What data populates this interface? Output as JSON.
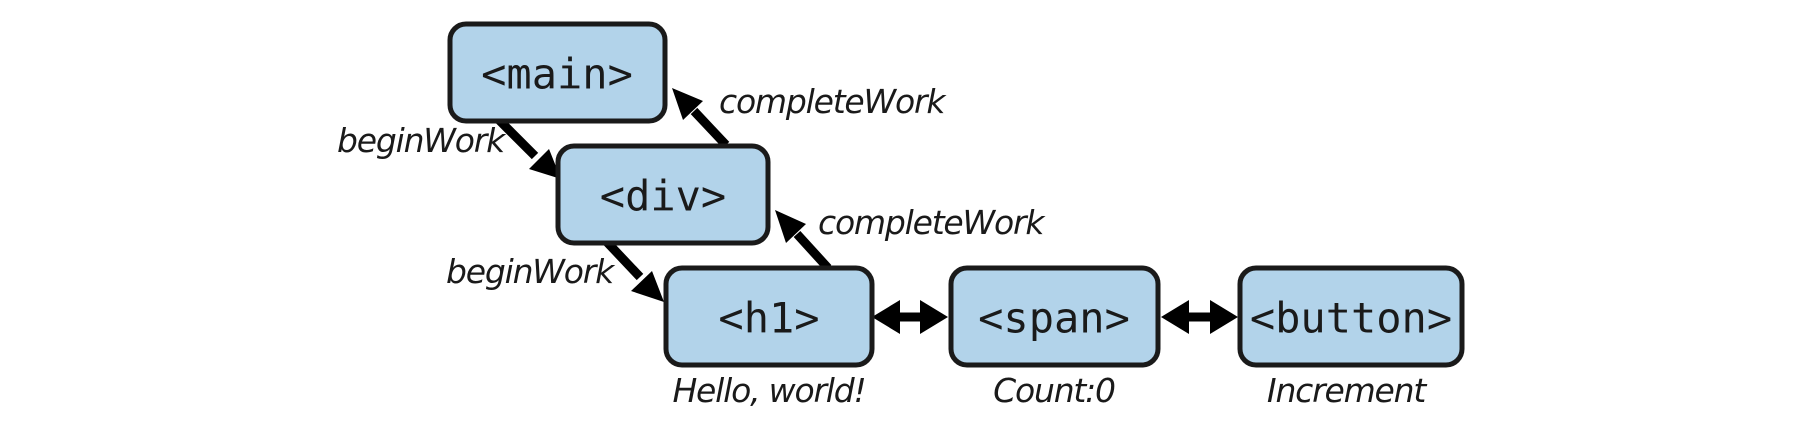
{
  "nodes": {
    "main": {
      "label": "<main>"
    },
    "div": {
      "label": "<div>"
    },
    "h1": {
      "label": "<h1>",
      "caption": "Hello, world!"
    },
    "span": {
      "label": "<span>",
      "caption": "Count:0"
    },
    "button": {
      "label": "<button>",
      "caption": "Increment"
    }
  },
  "edges": {
    "main_to_div_begin": "beginWork",
    "div_to_main_complete": "completeWork",
    "div_to_h1_begin": "beginWork",
    "h1_to_div_complete": "completeWork"
  }
}
